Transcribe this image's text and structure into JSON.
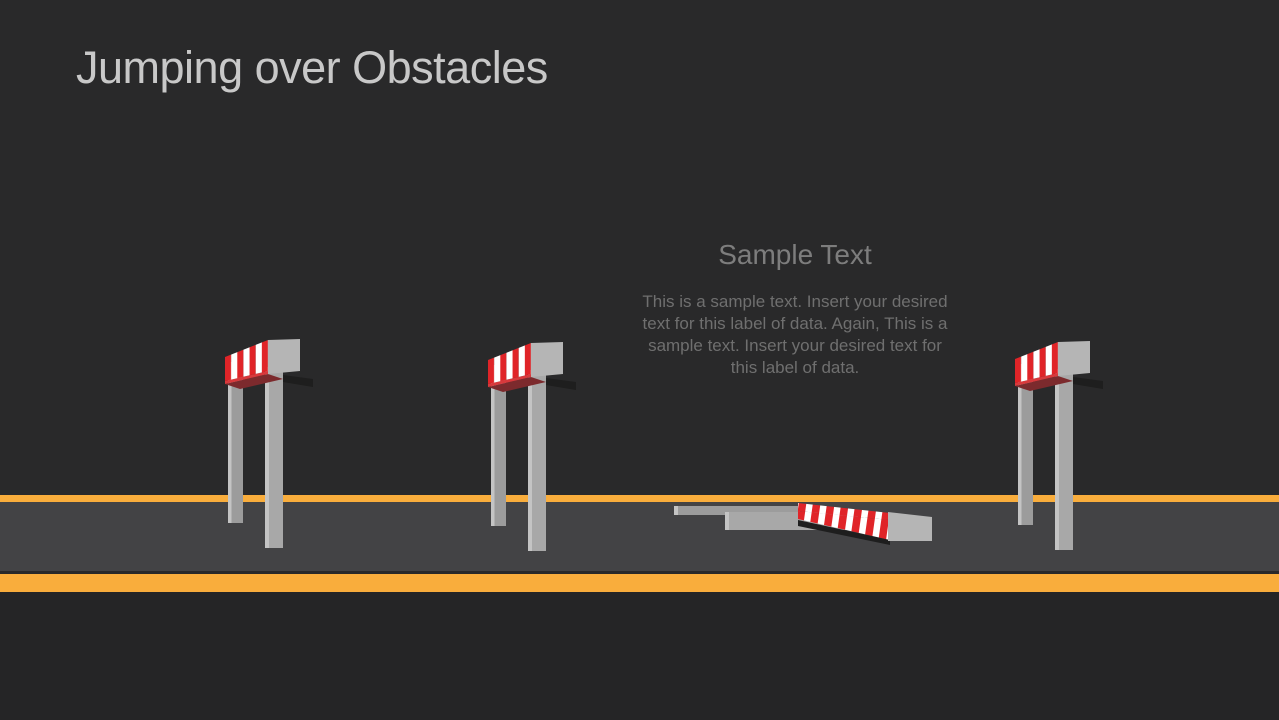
{
  "slide": {
    "title": "Jumping over Obstacles"
  },
  "callout": {
    "heading": "Sample Text",
    "body_lines": [
      "This is a sample text. Insert your desired",
      "text for this label of data. Again, This is a",
      "sample text. Insert your desired text for",
      "this label of data."
    ]
  },
  "graphics": {
    "standing_hurdle_count": 3,
    "fallen_hurdle_count": 1
  },
  "colors": {
    "background": "#29292a",
    "background_bottom": "#252526",
    "road_surface": "#434345",
    "lane_orange": "#f9ad3c",
    "title_text": "#c8c8c8",
    "heading_text": "#7d7d7d",
    "body_text": "#6f6f6f",
    "stripe_red": "#e02428",
    "stripe_white": "#ffffff",
    "underside_red": "#7c2a2d",
    "accent_red_strip": "#d8393c",
    "leg_gray": "#9c9c9c",
    "leg_gray_front": "#a8a8a8",
    "leg_highlight": "#c4c4c4",
    "cap_gray": "#b5b5b5",
    "shadow_dark": "#1e1e1e"
  }
}
